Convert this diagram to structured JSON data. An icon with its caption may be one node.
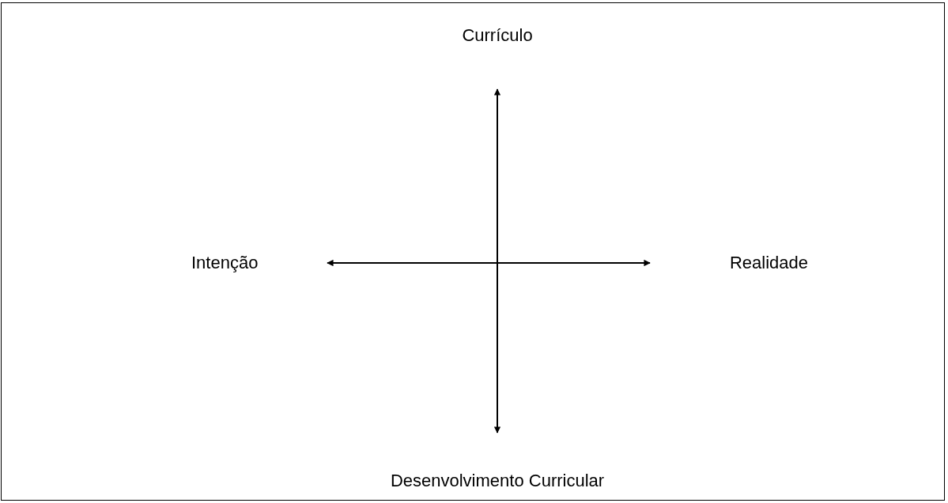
{
  "diagram": {
    "nodes": [
      {
        "text": [
          "Currículo"
        ]
      },
      {
        "text": [
          "Intenção"
        ]
      },
      {
        "text": [
          "Realidade"
        ]
      },
      {
        "text": [
          "Desenvolvimento Curricular"
        ]
      }
    ],
    "edges": [
      {
        "from": 0,
        "to": 3,
        "arrow": "both"
      },
      {
        "from": 1,
        "to": 2,
        "arrow": "both"
      }
    ]
  }
}
